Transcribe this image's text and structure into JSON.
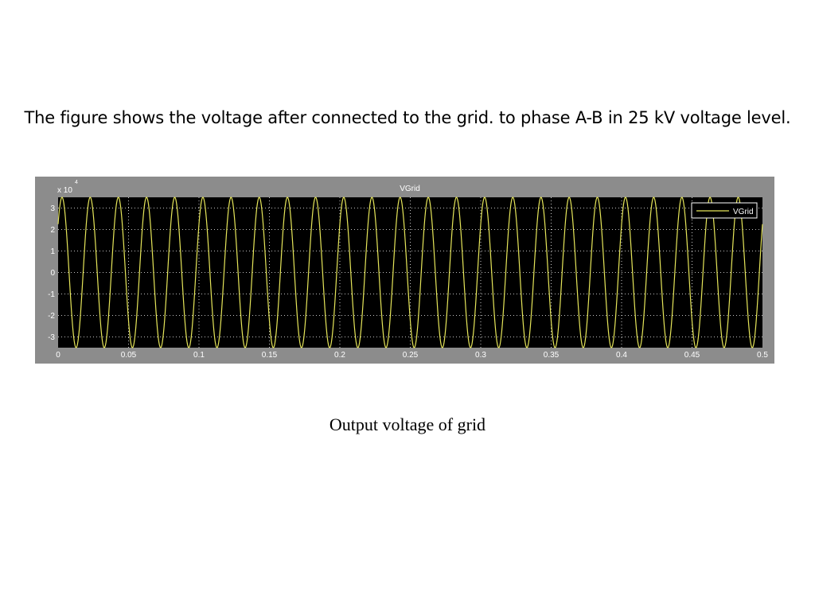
{
  "slide": {
    "headline": "The figure shows the voltage after connected to the grid. to phase A-B in 25 kV voltage level.",
    "caption": "Output voltage of grid"
  },
  "colors": {
    "frame": "#8c8c8c",
    "plot_background": "#000000",
    "axis_text": "#ffffff",
    "grid": "#ffffff",
    "trace": "#e6e65a",
    "legend_bg": "#000000",
    "legend_border": "#ffffff"
  },
  "chart_data": {
    "type": "line",
    "title": "VGrid",
    "xlabel": "",
    "ylabel": "",
    "xlim": [
      0,
      0.5
    ],
    "ylim": [
      -3.5,
      3.5
    ],
    "y_multiplier_label": "x 10",
    "y_multiplier_exponent": "4",
    "x_ticks": [
      "0",
      "0.05",
      "0.1",
      "0.15",
      "0.2",
      "0.25",
      "0.3",
      "0.35",
      "0.4",
      "0.45",
      "0.5"
    ],
    "y_ticks": [
      "3",
      "2",
      "1",
      "0",
      "-1",
      "-2",
      "-3"
    ],
    "x_tick_values": [
      0,
      0.05,
      0.1,
      0.15,
      0.2,
      0.25,
      0.3,
      0.35,
      0.4,
      0.45,
      0.5
    ],
    "y_tick_values": [
      3,
      2,
      1,
      0,
      -1,
      -2,
      -3
    ],
    "grid": true,
    "legend": {
      "entries": [
        "VGrid"
      ],
      "placement": "top-right"
    },
    "series": [
      {
        "name": "VGrid",
        "waveform": "sine",
        "amplitude": 3.5,
        "frequency_hz": 50,
        "phase_deg": 40,
        "x_start": 0,
        "x_end": 0.5
      }
    ]
  }
}
